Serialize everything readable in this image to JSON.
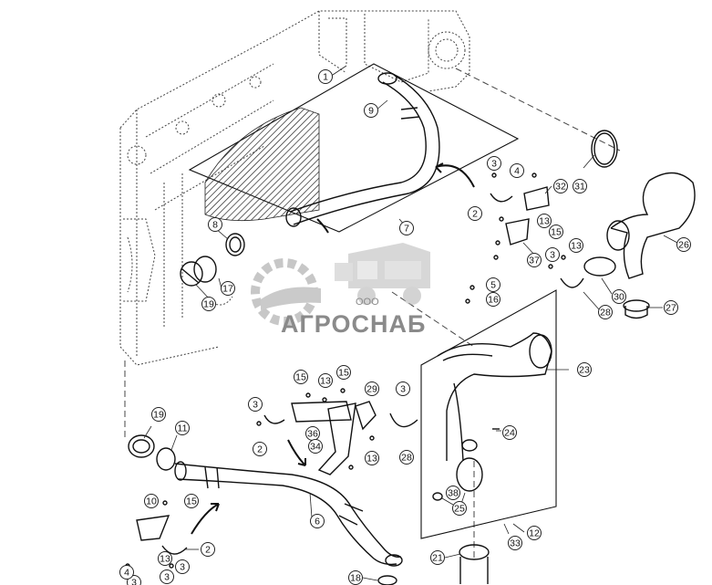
{
  "diagram": {
    "callouts": [
      "1",
      "9",
      "7",
      "8",
      "19",
      "17",
      "3",
      "4",
      "32",
      "2",
      "31",
      "13",
      "15",
      "26",
      "37",
      "13",
      "3",
      "5",
      "16",
      "30",
      "28",
      "27",
      "23",
      "15",
      "13",
      "15",
      "29",
      "3",
      "3",
      "36",
      "24",
      "2",
      "34",
      "13",
      "28",
      "38",
      "19",
      "11",
      "25",
      "10",
      "15",
      "6",
      "2",
      "12",
      "33",
      "3",
      "21",
      "18",
      "3",
      "4",
      "3",
      "13"
    ]
  },
  "watermark": {
    "company_prefix": "ООО",
    "company_name": "АГРОСНАБ"
  }
}
